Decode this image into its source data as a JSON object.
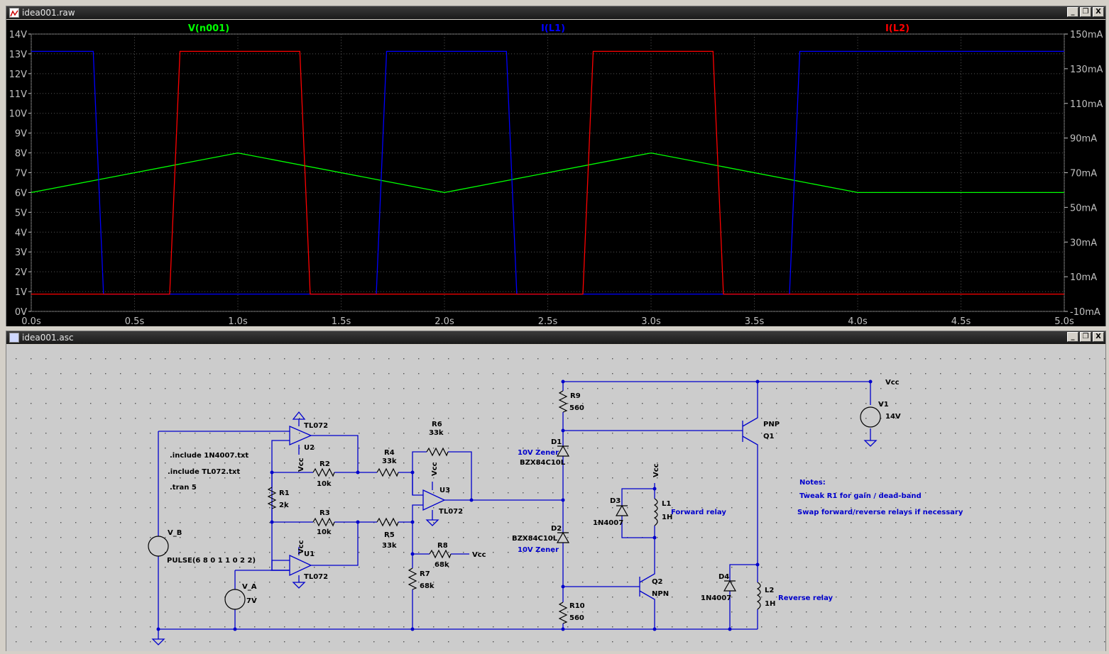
{
  "plot_window": {
    "title": "idea001.raw",
    "icon": "waveform-icon",
    "buttons": {
      "minimize": "_",
      "restore": "❐",
      "close": "X"
    }
  },
  "schematic_window": {
    "title": "idea001.asc",
    "icon": "schematic-icon",
    "buttons": {
      "minimize": "_",
      "restore": "❐",
      "close": "X"
    }
  },
  "chart_data": {
    "type": "line",
    "x_unit": "s",
    "xlim": [
      0,
      5
    ],
    "x_ticks": [
      "0.0s",
      "0.5s",
      "1.0s",
      "1.5s",
      "2.0s",
      "2.5s",
      "3.0s",
      "3.5s",
      "4.0s",
      "4.5s",
      "5.0s"
    ],
    "y_left_ticks": [
      "0V",
      "1V",
      "2V",
      "3V",
      "4V",
      "5V",
      "6V",
      "7V",
      "8V",
      "9V",
      "10V",
      "11V",
      "12V",
      "13V",
      "14V"
    ],
    "y_left_lim": [
      0,
      14
    ],
    "y_right_ticks": [
      "-10mA",
      "10mA",
      "30mA",
      "50mA",
      "70mA",
      "90mA",
      "110mA",
      "130mA",
      "150mA"
    ],
    "y_right_lim": [
      -10,
      150
    ],
    "grid": true,
    "background": "#000000",
    "series": [
      {
        "name": "V(n001)",
        "color": "#00ff00",
        "axis": "left",
        "unit": "V",
        "x": [
          0,
          1,
          2,
          3,
          4,
          5
        ],
        "y": [
          6,
          8,
          6,
          8,
          6,
          6
        ]
      },
      {
        "name": "I(L1)",
        "color": "#0000ff",
        "axis": "right",
        "unit": "mA",
        "x": [
          0,
          0.3,
          0.35,
          1.67,
          1.72,
          2.3,
          2.35,
          3.67,
          3.72,
          5
        ],
        "y": [
          140,
          140,
          0,
          0,
          140,
          140,
          0,
          0,
          140,
          140
        ]
      },
      {
        "name": "I(L2)",
        "color": "#ff0000",
        "axis": "right",
        "unit": "mA",
        "x": [
          0,
          0.67,
          0.72,
          1.3,
          1.35,
          2.67,
          2.72,
          3.3,
          3.35,
          5
        ],
        "y": [
          0,
          0,
          140,
          140,
          0,
          0,
          140,
          140,
          0,
          0
        ]
      }
    ]
  },
  "schematic": {
    "directives": [
      ".include 1N4007.txt",
      ".include TL072.txt",
      ".tran 5"
    ],
    "notes": [
      "Notes:",
      "Tweak R1 for gain / dead-band",
      "Swap forward/reverse relays if necessary"
    ],
    "labels": {
      "U2": "U2",
      "U2_model": "TL072",
      "U1": "U1",
      "U1_model": "TL072",
      "U3": "U3",
      "U3_model": "TL072",
      "vcc": "Vcc",
      "R1": "R1",
      "R1_val": "2k",
      "R2": "R2",
      "R2_val": "10k",
      "R3": "R3",
      "R3_val": "10k",
      "R4": "R4",
      "R4_val": "33k",
      "R5": "R5",
      "R5_val": "33k",
      "R6": "R6",
      "R6_val": "33k",
      "R7": "R7",
      "R7_val": "68k",
      "R8": "R8",
      "R8_val": "68k",
      "R9": "R9",
      "R9_val": "560",
      "R10": "R10",
      "R10_val": "560",
      "D1": "D1",
      "D1_note": "10V Zener",
      "D1_model": "BZX84C10L",
      "D2": "D2",
      "D2_model": "BZX84C10L",
      "D2_note": "10V Zener",
      "D3": "D3",
      "D3_model": "1N4007",
      "D4": "D4",
      "D4_model": "1N4007",
      "L1": "L1",
      "L1_val": "1H",
      "L1_note": "Forward relay",
      "L2": "L2",
      "L2_val": "1H",
      "L2_note": "Reverse relay",
      "Q1": "Q1",
      "Q1_type": "PNP",
      "Q2": "Q2",
      "Q2_type": "NPN",
      "V1": "V1",
      "V1_val": "14V",
      "V_A": "V_A",
      "V_A_val": "7V",
      "V_B": "V_B",
      "V_B_val": "PULSE(6 8 0 1 1 0 2 2)"
    }
  }
}
